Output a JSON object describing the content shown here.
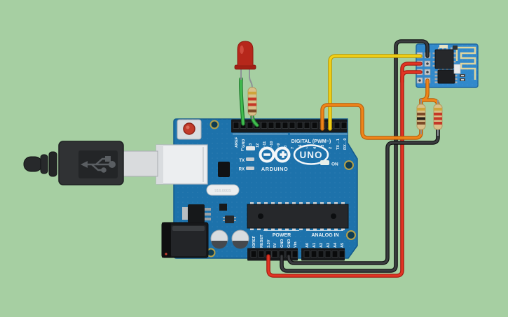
{
  "background_color": "#a6cfa2",
  "arduino": {
    "board_color": "#1d72ab",
    "brand": "ARDUINO",
    "model": "UNO",
    "on_label": "ON",
    "digital_header_label": "DIGITAL (PWM~)",
    "power_header_label": "POWER",
    "analog_header_label": "ANALOG IN",
    "status_leds": [
      "L",
      "TX",
      "RX"
    ],
    "digital_left": [
      "AREF",
      "GND",
      "13",
      "12",
      "~11",
      "~10",
      "~9",
      "8"
    ],
    "digital_right": [
      "7",
      "~6",
      "~5",
      "4",
      "~3",
      "2",
      "TX→1",
      "RX←0"
    ],
    "power_pins": [
      "IOREF",
      "RESET",
      "3.3V",
      "5V",
      "GND",
      "GND",
      "Vin"
    ],
    "analog_pins": [
      "A0",
      "A1",
      "A2",
      "A3",
      "A4",
      "A5"
    ],
    "crystal_label": "916.000S"
  },
  "components": {
    "usb_cable": {
      "name": "USB cable (Type B)",
      "color": "#303234"
    },
    "led": {
      "name": "red LED",
      "color": "#b6271b"
    },
    "resistor_led": {
      "name": "LED series resistor",
      "bands": [
        "gold",
        "red",
        "red",
        "brown"
      ]
    },
    "resistor_divider_left": {
      "name": "divider resistor A",
      "bands": [
        "gold",
        "brown",
        "black",
        "brown"
      ]
    },
    "resistor_divider_right": {
      "name": "divider resistor B",
      "bands": [
        "gold",
        "red",
        "red",
        "red"
      ]
    },
    "esp8266": {
      "name": "ESP8266 ESP-01 WiFi module",
      "pcb_color": "#3189cb"
    }
  },
  "wires": [
    {
      "color": "green",
      "hex": "#41bd4e",
      "from": "LED cathode",
      "to": "Arduino GND (digital header)"
    },
    {
      "color": "green",
      "hex": "#41bd4e",
      "from": "LED resistor",
      "to": "Arduino pin 12"
    },
    {
      "color": "yellow",
      "hex": "#f2d117",
      "from": "Arduino pin 2",
      "to": "ESP8266 pad row 1"
    },
    {
      "color": "orange",
      "hex": "#f08519",
      "from": "Arduino pin 3",
      "to": "divider resistor A bottom"
    },
    {
      "color": "orange",
      "hex": "#f08519",
      "from": "ESP8266 bottom pad",
      "to": "divider resistors top junction"
    },
    {
      "color": "red",
      "hex": "#e23424",
      "from": "Arduino 3.3V",
      "to": "ESP8266 pad rows 2 and 3"
    },
    {
      "color": "black",
      "hex": "#3a3c3f",
      "from": "Arduino GND",
      "to": "ESP8266 pad row 1 (routed over module)"
    },
    {
      "color": "black",
      "hex": "#3a3c3f",
      "from": "Arduino GND",
      "to": "divider resistor B bottom"
    }
  ]
}
